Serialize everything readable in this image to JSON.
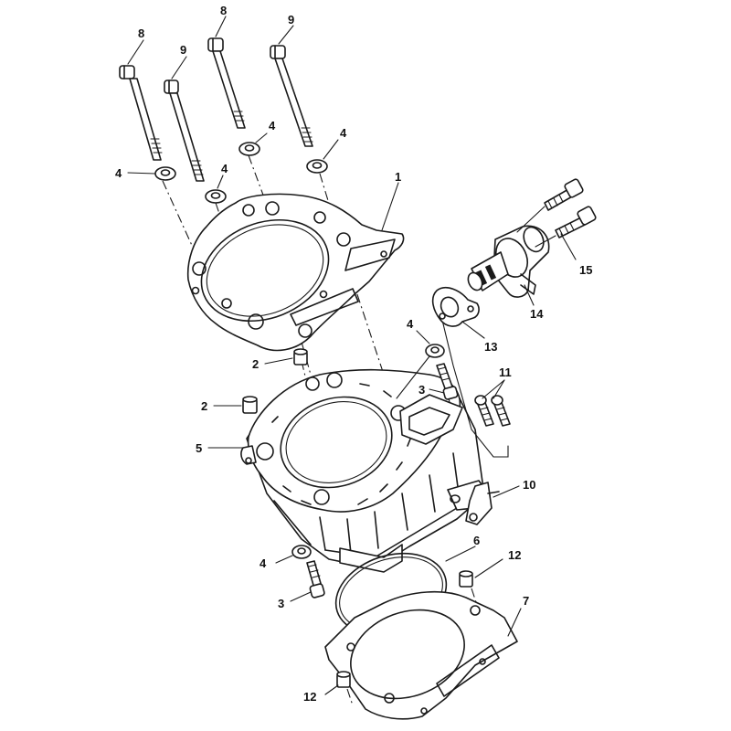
{
  "callouts": [
    {
      "id": "c8a",
      "label": "8"
    },
    {
      "id": "c8b",
      "label": "8"
    },
    {
      "id": "c9a",
      "label": "9"
    },
    {
      "id": "c9b",
      "label": "9"
    },
    {
      "id": "c4a",
      "label": "4"
    },
    {
      "id": "c4b",
      "label": "4"
    },
    {
      "id": "c4c",
      "label": "4"
    },
    {
      "id": "c4d",
      "label": "4"
    },
    {
      "id": "c4e",
      "label": "4"
    },
    {
      "id": "c4f",
      "label": "4"
    },
    {
      "id": "c1",
      "label": "1"
    },
    {
      "id": "c15",
      "label": "15"
    },
    {
      "id": "c14",
      "label": "14"
    },
    {
      "id": "c13",
      "label": "13"
    },
    {
      "id": "c2a",
      "label": "2"
    },
    {
      "id": "c2b",
      "label": "2"
    },
    {
      "id": "c3a",
      "label": "3"
    },
    {
      "id": "c3b",
      "label": "3"
    },
    {
      "id": "c11",
      "label": "11"
    },
    {
      "id": "c5",
      "label": "5"
    },
    {
      "id": "c10",
      "label": "10"
    },
    {
      "id": "c6",
      "label": "6"
    },
    {
      "id": "c12a",
      "label": "12"
    },
    {
      "id": "c12b",
      "label": "12"
    },
    {
      "id": "c7",
      "label": "7"
    }
  ]
}
